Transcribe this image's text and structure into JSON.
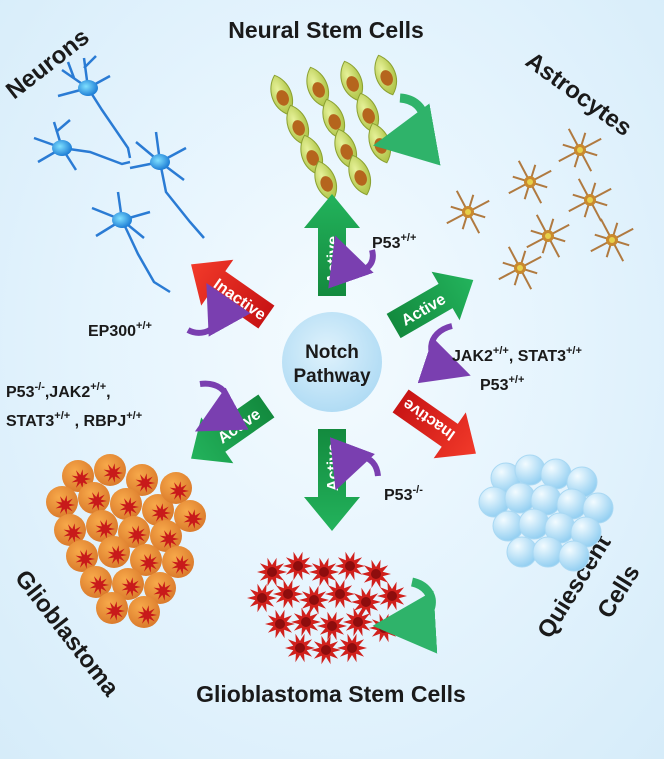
{
  "center": {
    "line1": "Notch",
    "line2": "Pathway"
  },
  "cells": {
    "neural_stem": "Neural Stem Cells",
    "neurons": "Neurons",
    "astrocytes": "Astrocytes",
    "quiescent_line1": "Quiescent",
    "quiescent_line2": "Cells",
    "gsc": "Glioblastoma Stem Cells",
    "glioblastoma": "Glioblastoma"
  },
  "arrows": {
    "up": "Active",
    "upper_right": "Active",
    "lower_right": "Inactive",
    "down": "Active",
    "lower_left": "Active",
    "upper_left": "Inactive"
  },
  "factors": {
    "up": {
      "t1": "P53",
      "s1": "+/+"
    },
    "upper_right": {
      "l1": [
        {
          "t": "JAK2",
          "s": "+/+"
        },
        {
          "t": ", STAT3",
          "s": "+/+"
        }
      ],
      "l2": [
        {
          "t": "P53",
          "s": "+/+"
        }
      ]
    },
    "down": {
      "t1": "P53",
      "s1": "-/-"
    },
    "lower_left": {
      "l1": [
        {
          "t": "P53",
          "s": "-/-"
        },
        {
          "t": ",JAK2",
          "s": "+/+"
        },
        {
          "t": ",",
          "s": ""
        }
      ],
      "l2": [
        {
          "t": "STAT3",
          "s": "+/+"
        },
        {
          "t": " , RBPJ",
          "s": "+/+"
        }
      ]
    },
    "upper_left": {
      "t1": "EP300",
      "s1": "+/+"
    }
  },
  "colors": {
    "active_arrow": "#1e9e4e",
    "inactive_arrow": "#e02020",
    "recycle_arrow": "#7a3fb0",
    "self_renew_arrow": "#2fb36a",
    "center_fill": "#bfe3f7"
  }
}
